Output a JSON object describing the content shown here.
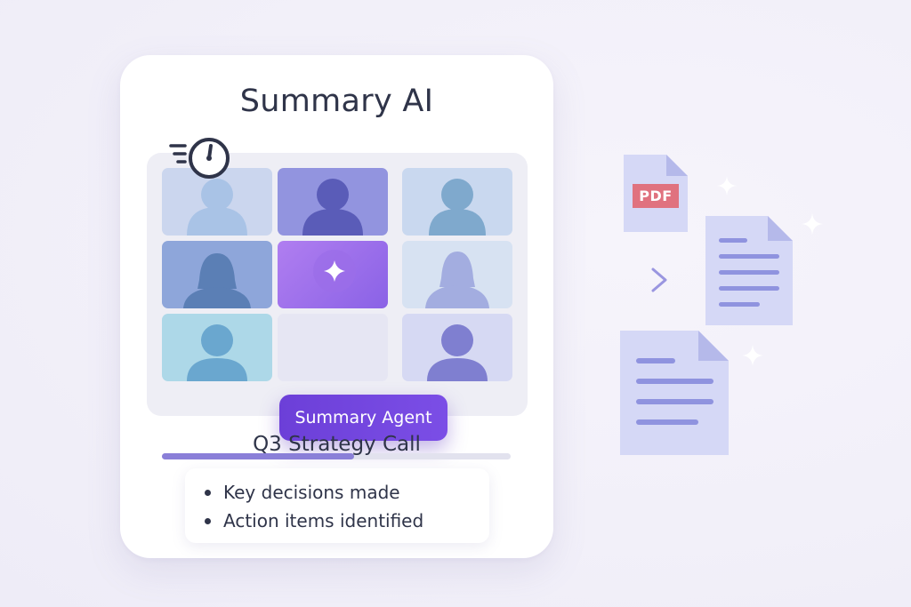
{
  "app": {
    "title": "Summary AI"
  },
  "call": {
    "agent_label": "Summary Agent",
    "meeting_title": "Q3 Strategy Call",
    "progress_fraction": 0.55,
    "notes": [
      "Key decisions made",
      "Action items identified"
    ]
  },
  "outputs": {
    "pdf_badge": "PDF"
  },
  "icons": {
    "timer": "stopwatch-icon",
    "agent": "sparkle-icon",
    "arrow": "arrow-right-icon"
  },
  "colors": {
    "accent": "#6c3fd8",
    "pdf": "#e0727f",
    "doc": "#d5d8f6"
  }
}
